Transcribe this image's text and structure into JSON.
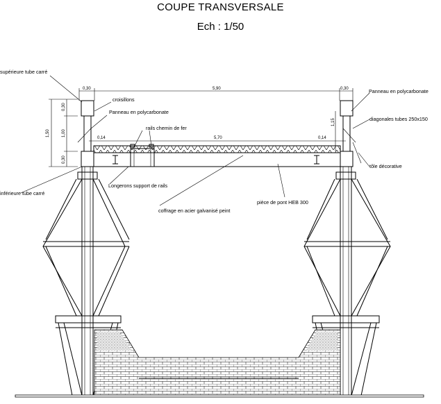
{
  "title": "COUPE TRANSVERSALE",
  "scale": "Ech : 1/50",
  "labels": {
    "sup_tube": "supérieure tube carré",
    "croisillons": "croisillons",
    "panneau_left": "Panneau en polycarbonate",
    "rails": "rails chemin de fer",
    "panneau_right": "Panneau en polycarbonate",
    "diagonales": "diagonales tubes 250x150",
    "tole": "tôle décorative",
    "inf_tube": "inférieure tube carré",
    "longerons": "Longerons support de rails",
    "coffrage": "coffrage en acier galvanisé peint",
    "piece_pont": "pièce de pont HEB 300"
  },
  "dimensions": {
    "top_left": "0,30",
    "top_mid": "5,90",
    "top_right": "0,30",
    "left_inner": "0,14",
    "mid_inner": "5,70",
    "right_inner": "0,14",
    "vert_total": "1,50",
    "vert_top": "0,30",
    "vert_mid": "1,00",
    "vert_bot": "0,30",
    "vert_right": "1,15"
  }
}
